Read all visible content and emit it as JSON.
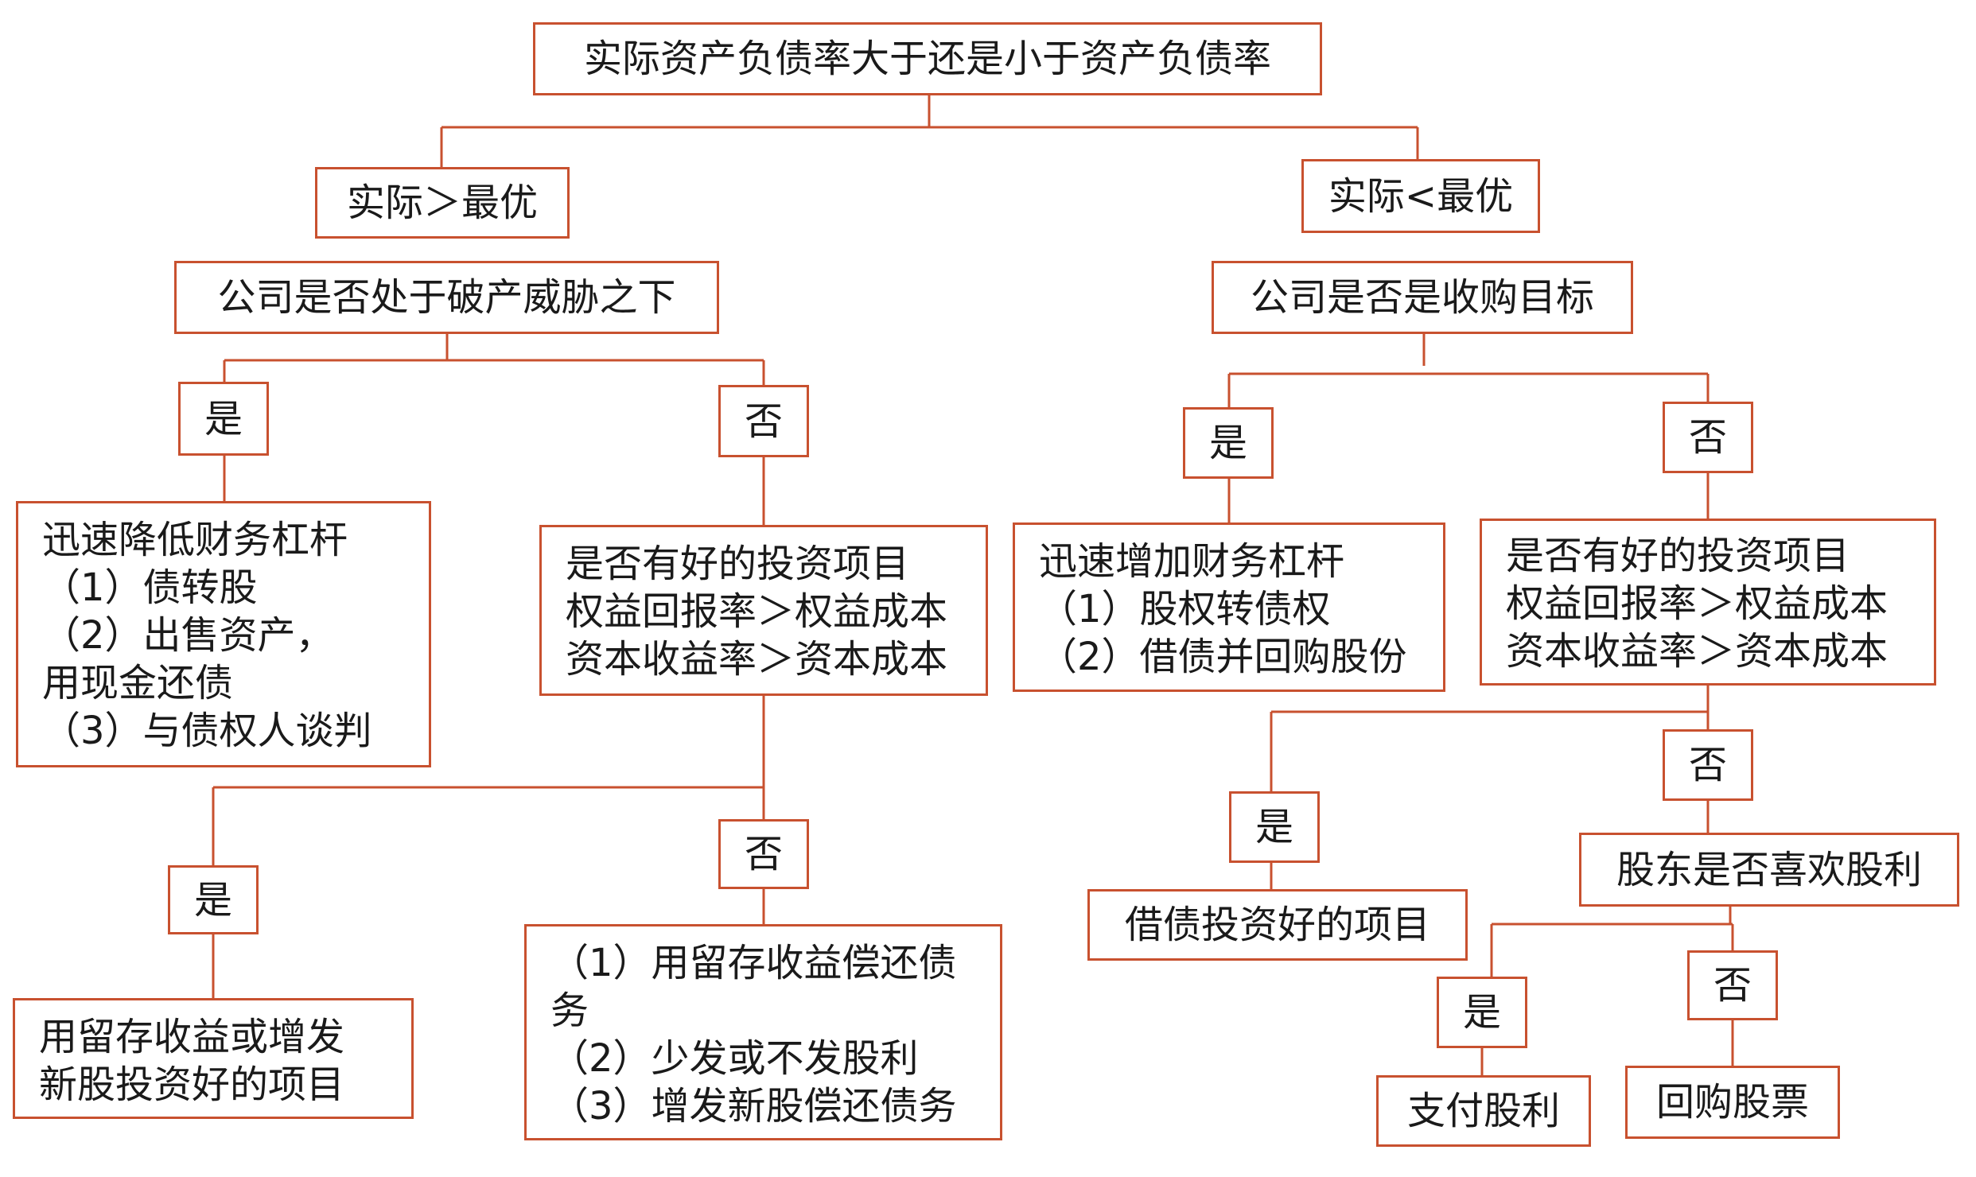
{
  "diagram": {
    "line_color": "#c8512f",
    "root": "实际资产负债率大于还是小于资产负债率",
    "left": {
      "condition": "实际＞最优",
      "question": "公司是否处于破产威胁之下",
      "yes": "是",
      "no": "否",
      "yes_action": "迅速降低财务杠杆\n（1）债转股\n（2）出售资产，\n用现金还债\n（3）与债权人谈判",
      "invest_question": "是否有好的投资项目\n权益回报率＞权益成本\n资本收益率＞资本成本",
      "invest_yes": "是",
      "invest_no": "否",
      "invest_yes_action": "用留存收益或增发\n新股投资好的项目",
      "invest_no_action": "（1）用留存收益偿还债\n务\n（2）少发或不发股利\n（3）增发新股偿还债务"
    },
    "right": {
      "condition": "实际<最优",
      "question": "公司是否是收购目标",
      "yes": "是",
      "no": "否",
      "yes_action": "迅速增加财务杠杆\n（1）股权转债权\n（2）借债并回购股份",
      "invest_question": "是否有好的投资项目\n权益回报率＞权益成本\n资本收益率＞资本成本",
      "invest_yes": "是",
      "invest_no": "否",
      "invest_yes_action": "借债投资好的项目",
      "dividend_question": "股东是否喜欢股利",
      "dividend_yes": "是",
      "dividend_no": "否",
      "dividend_yes_action": "支付股利",
      "dividend_no_action": "回购股票"
    }
  }
}
